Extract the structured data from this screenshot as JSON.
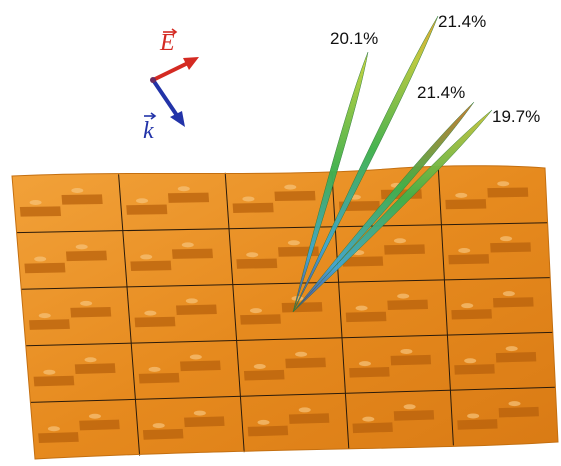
{
  "figure": {
    "field_label": "E",
    "wavevector_label": "k",
    "colors": {
      "field_arrow": "#d42a22",
      "wavevector_arrow": "#2233a8",
      "surface": "#e68a1e",
      "surface_shadow": "#b8620c",
      "grid_line": "#2a1a0a"
    }
  },
  "beams": [
    {
      "label": "20.1%",
      "tip_color": "#c9d43a"
    },
    {
      "label": "21.4%",
      "tip_color": "#e2a028"
    },
    {
      "label": "21.4%",
      "tip_color": "#c9742a"
    },
    {
      "label": "19.7%",
      "tip_color": "#c9c23a"
    }
  ]
}
